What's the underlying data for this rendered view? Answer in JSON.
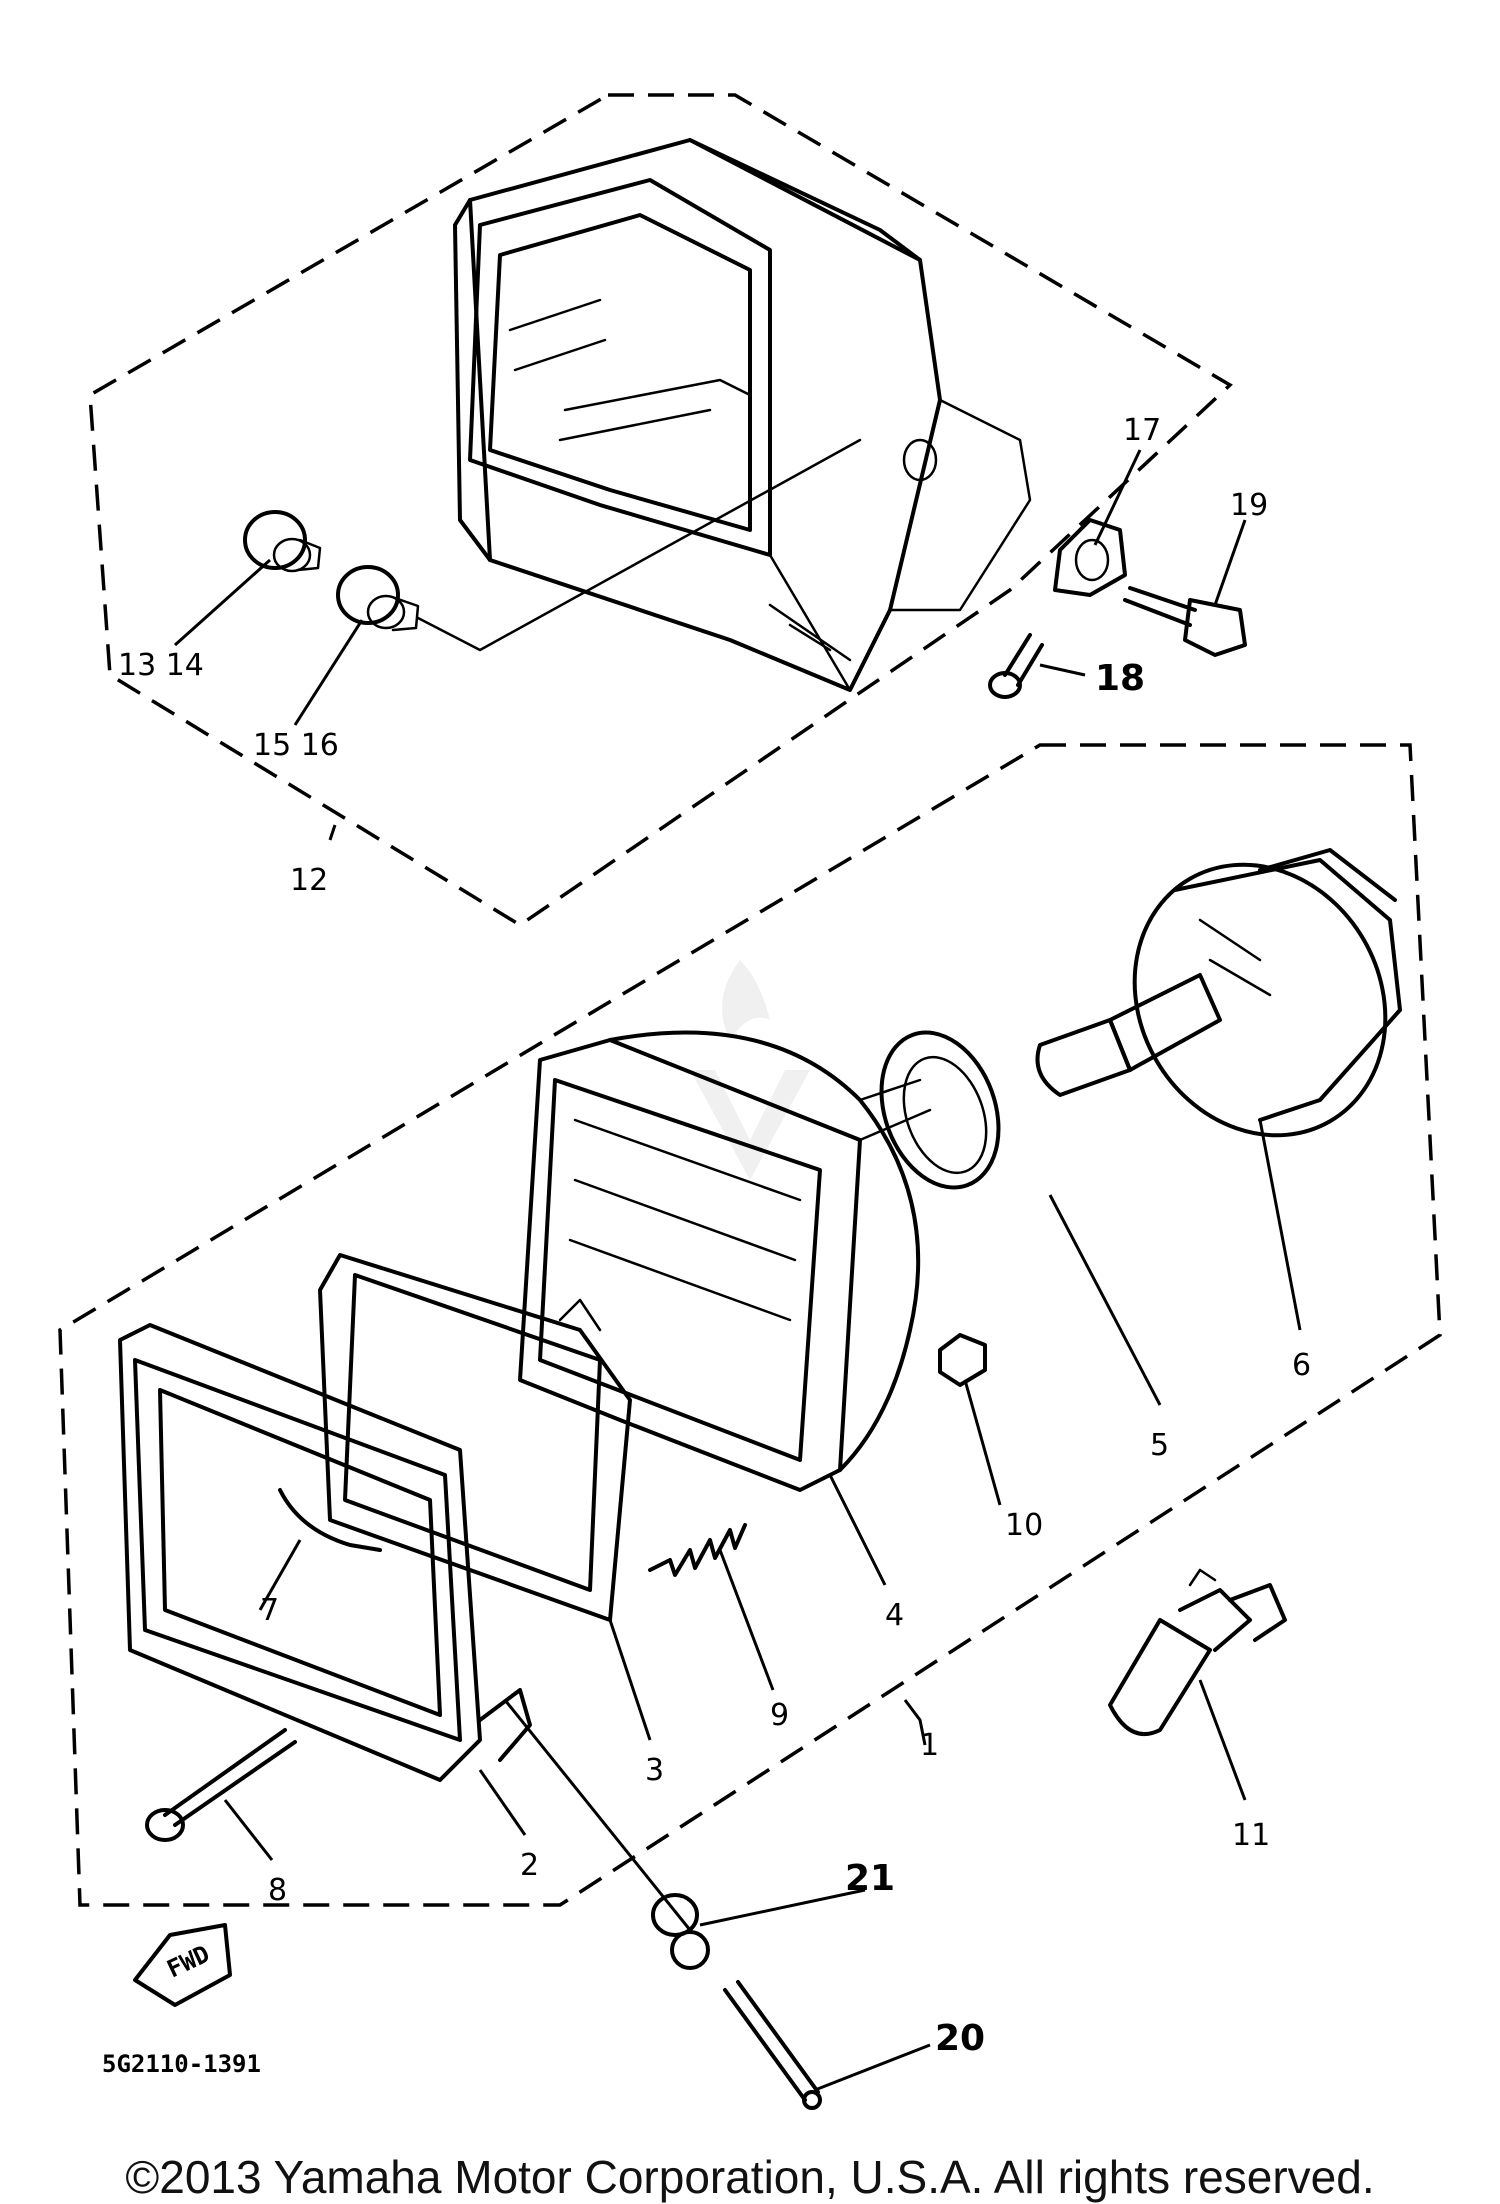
{
  "diagram": {
    "part_code": "5G2110-1391",
    "fwd_label": "FWD",
    "callouts": {
      "c1": "1",
      "c2": "2",
      "c3": "3",
      "c4": "4",
      "c5": "5",
      "c6": "6",
      "c7": "7",
      "c8": "8",
      "c9": "9",
      "c10": "10",
      "c11": "11",
      "c12": "12",
      "c13": "13 14",
      "c15": "15 16",
      "c17": "17",
      "c18": "18",
      "c19": "19",
      "c20": "20",
      "c21": "21"
    }
  },
  "footer": {
    "copyright": "©2013 Yamaha Motor Corporation, U.S.A. All rights reserved."
  }
}
